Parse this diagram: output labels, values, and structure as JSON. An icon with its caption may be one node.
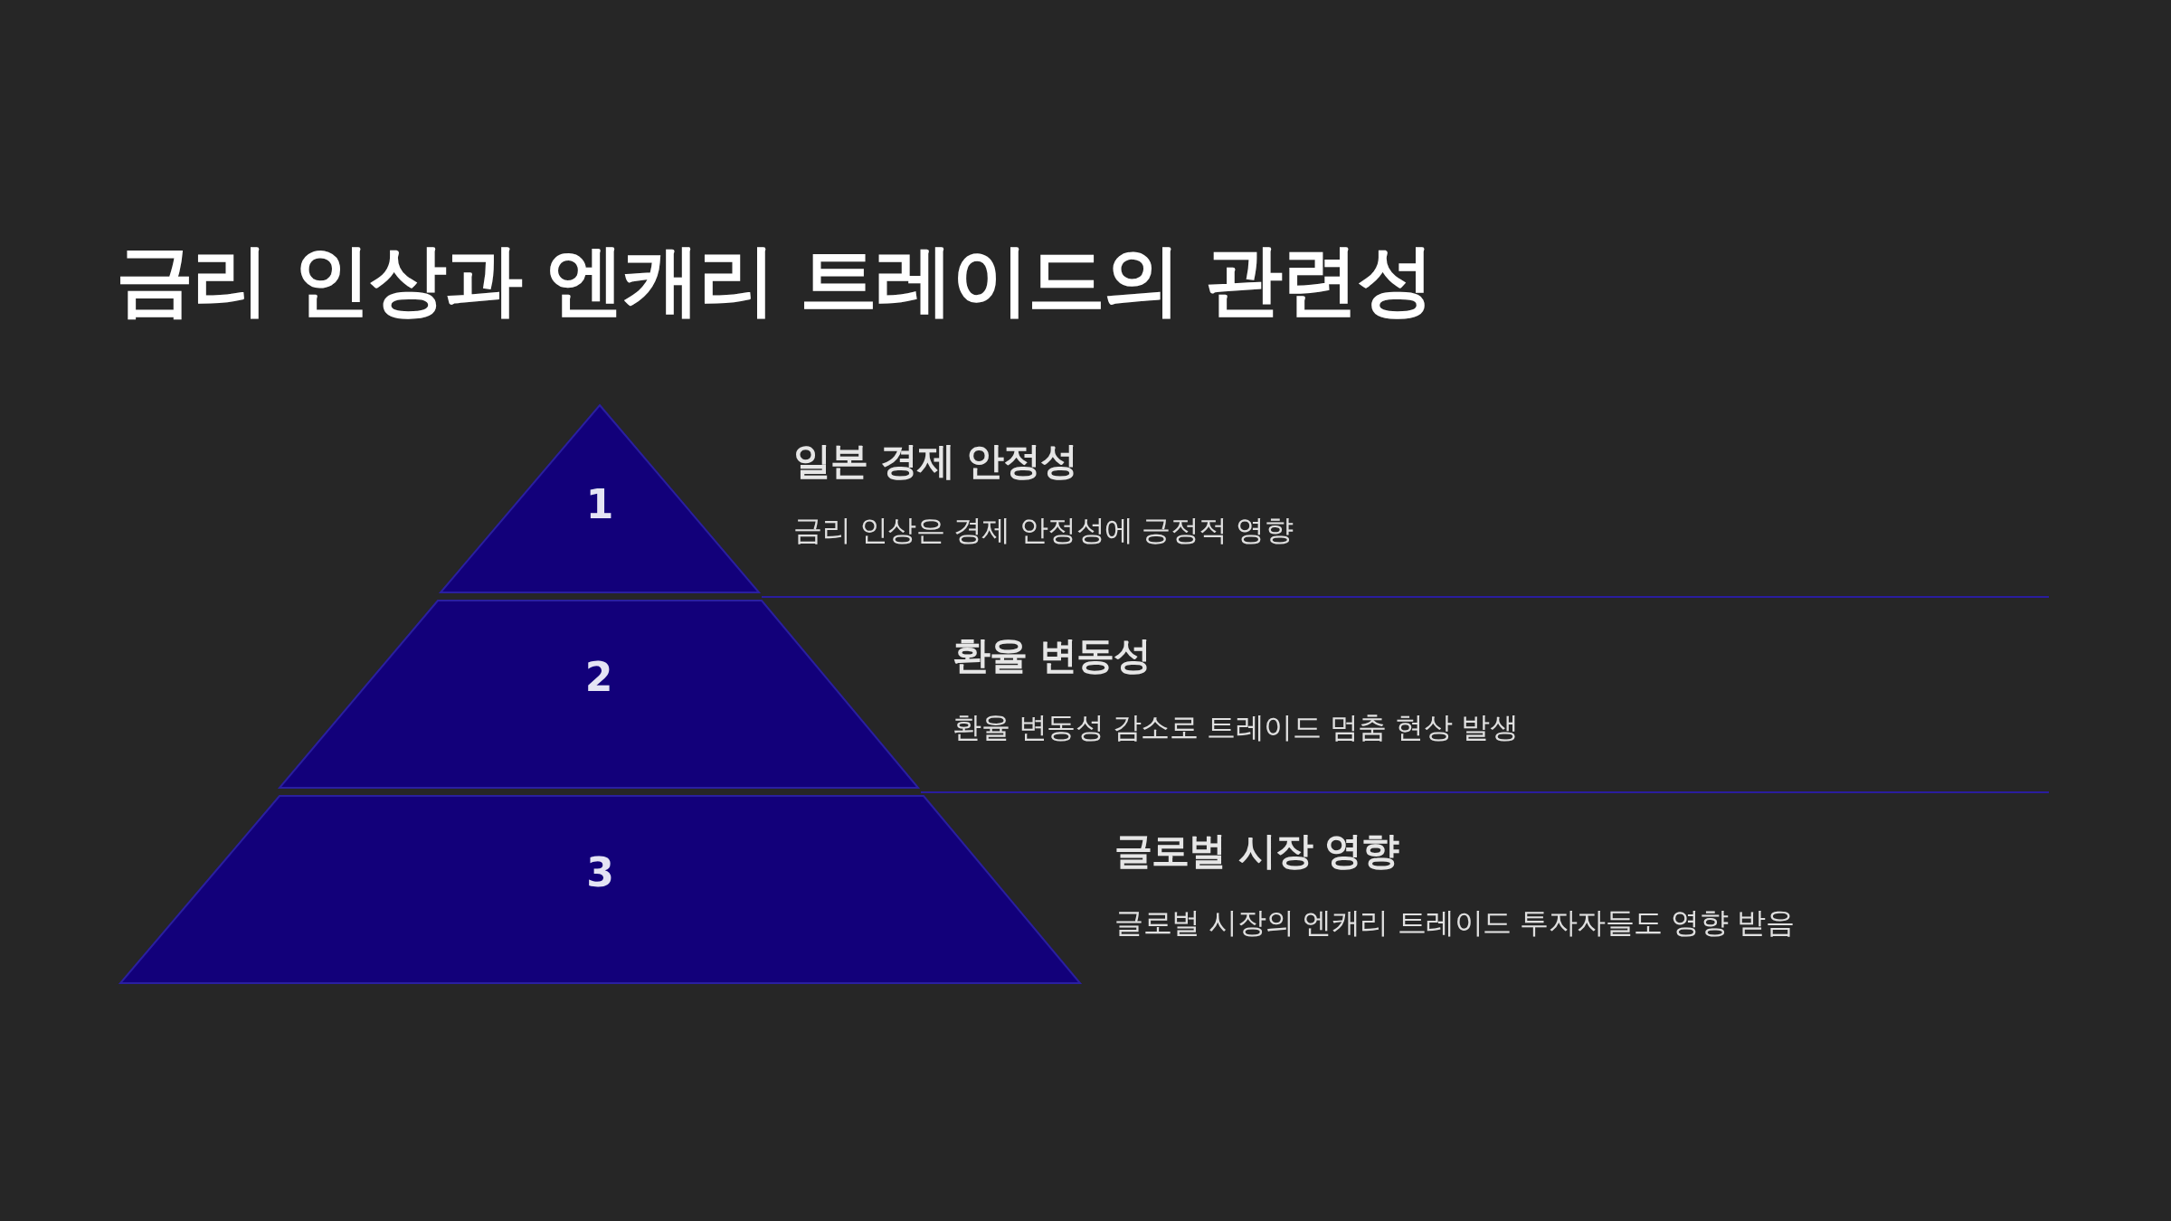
{
  "diagram": {
    "title": "금리 인상과 엔캐리 트레이드의 관련성",
    "nodes": [
      {
        "text": [
          "1"
        ],
        "beside": [
          "일본 경제 안정성",
          "금리 인상은 경제 안정성에 긍정적 영향"
        ]
      },
      {
        "text": [
          "2"
        ],
        "beside": [
          "환율 변동성",
          "환율 변동성 감소로 트레이드 멈춤 현상 발생"
        ]
      },
      {
        "text": [
          "3"
        ],
        "beside": [
          "글로벌 시장 영향",
          "글로벌 시장의 엔캐리 트레이드 투자자들도 영향 받음"
        ]
      }
    ]
  }
}
